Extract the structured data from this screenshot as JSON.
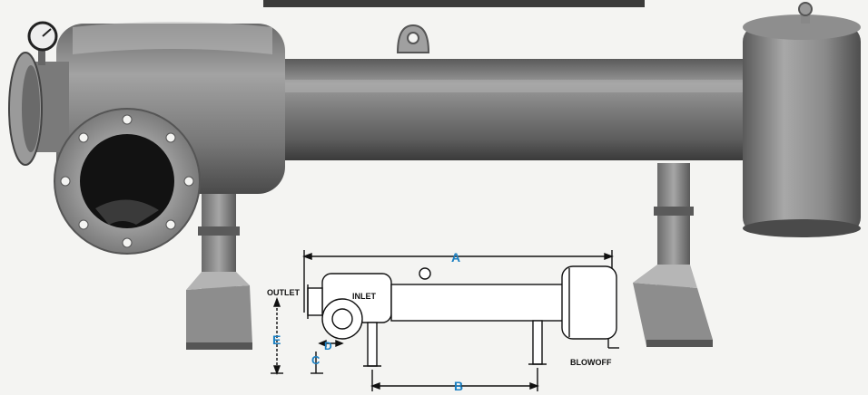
{
  "diagram": {
    "labels": {
      "outlet": "OUTLET",
      "inlet": "INLET",
      "blowoff": "BLOWOFF",
      "dim_a": "A",
      "dim_b": "B",
      "dim_c": "C",
      "dim_d": "D",
      "dim_e": "E"
    }
  }
}
